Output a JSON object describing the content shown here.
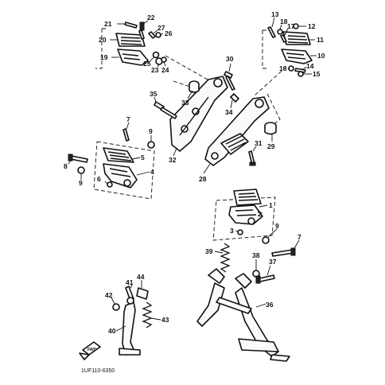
{
  "diagram": {
    "code": "1UF110-6350",
    "forward_arrow_label": "FWD",
    "callouts": {
      "c1": "1",
      "c2": "2",
      "c3": "3",
      "c4": "4",
      "c5": "5",
      "c6": "6",
      "c7": "7",
      "c8": "8",
      "c9": "9",
      "c10": "10",
      "c11": "11",
      "c12": "12",
      "c13": "13",
      "c14": "14",
      "c15": "15",
      "c16": "16",
      "c17": "17",
      "c18": "18",
      "c19": "19",
      "c20": "20",
      "c21": "21",
      "c22": "22",
      "c23": "23",
      "c24": "24",
      "c25": "25",
      "c26": "26",
      "c27": "27",
      "c28": "28",
      "c29": "29",
      "c30": "30",
      "c31": "31",
      "c32": "32",
      "c33": "33",
      "c34": "34",
      "c35": "35",
      "c36": "36",
      "c37": "37",
      "c38": "38",
      "c39": "39",
      "c40": "40",
      "c41": "41",
      "c42": "42",
      "c43": "43",
      "c44": "44",
      "c7b": "7",
      "c9b": "9",
      "c9c": "9"
    }
  }
}
